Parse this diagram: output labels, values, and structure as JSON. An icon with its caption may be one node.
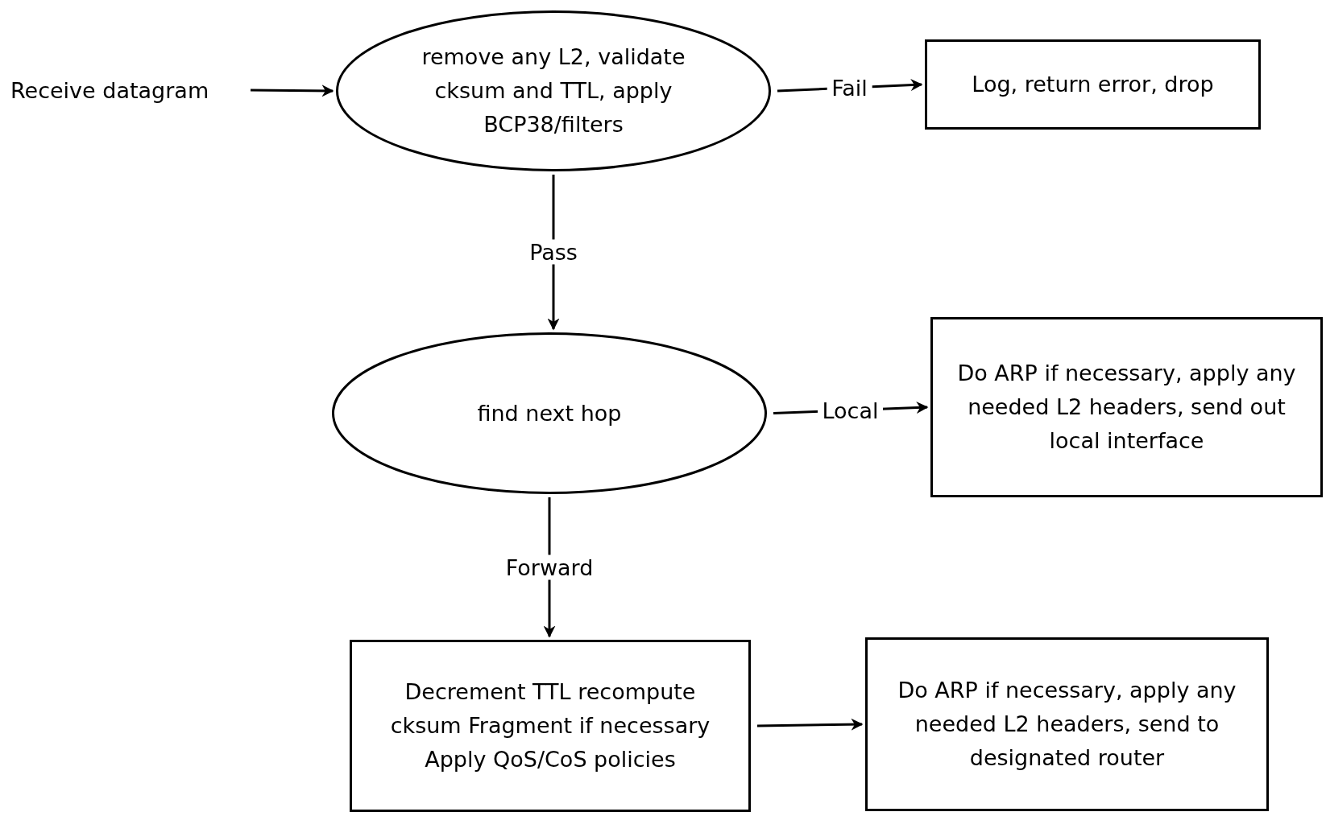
{
  "diagram": {
    "nodes": [
      {
        "text": [
          "Receive datagram"
        ]
      },
      {
        "text": [
          "remove any L2, validate cksum and TTL, apply BCP38/filters"
        ]
      },
      {
        "text": [
          "Log, return error, drop"
        ]
      },
      {
        "text": [
          "find next hop"
        ]
      },
      {
        "text": [
          "Do ARP if necessary, apply any needed L2 headers, send out local interface"
        ]
      },
      {
        "text": [
          "Decrement TTL recompute cksum Fragment if necessary Apply QoS/CoS policies"
        ]
      },
      {
        "text": [
          "Do ARP if necessary, apply any needed L2 headers, send to designated router"
        ]
      }
    ],
    "edges": [
      {
        "from": 0,
        "to": 1,
        "arrow": "to"
      },
      {
        "from": 1,
        "to": 2,
        "arrow": "to",
        "label": "Fail"
      },
      {
        "from": 1,
        "to": 3,
        "arrow": "to",
        "label": "Pass"
      },
      {
        "from": 3,
        "to": 4,
        "arrow": "to",
        "label": "Local"
      },
      {
        "from": 3,
        "to": 5,
        "arrow": "to",
        "label": "Forward"
      },
      {
        "from": 5,
        "to": 6,
        "arrow": "to"
      }
    ]
  }
}
